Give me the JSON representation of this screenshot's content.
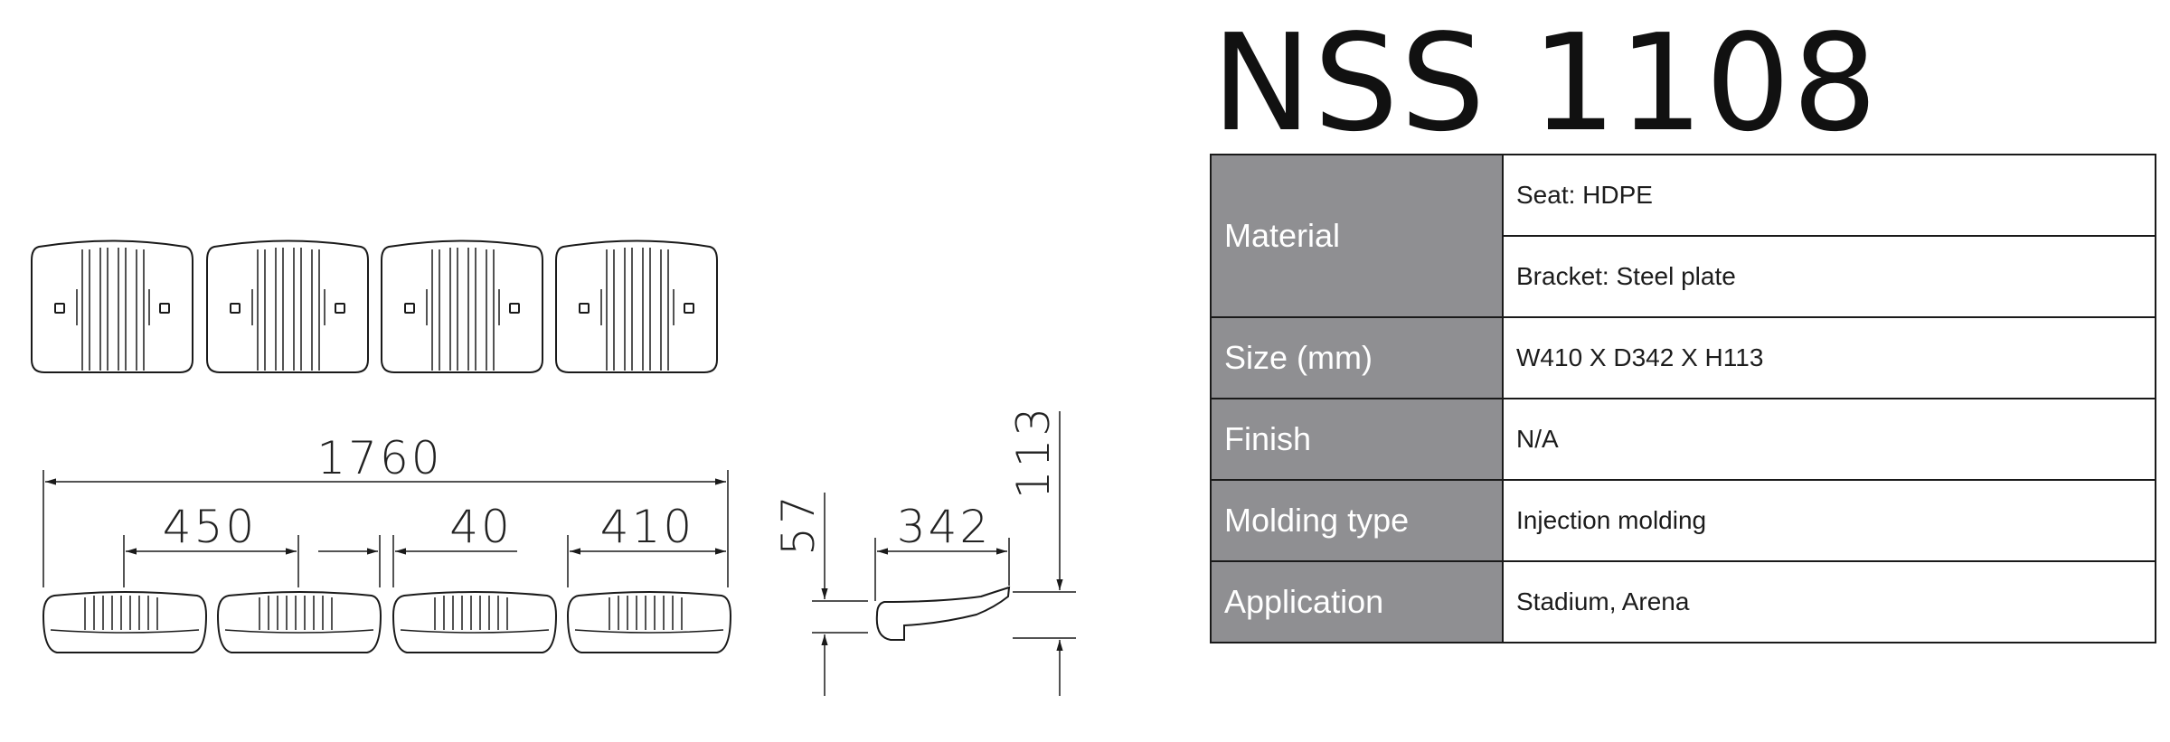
{
  "title": "NSS 1108",
  "specs": {
    "material_label": "Material",
    "material_seat": "Seat: HDPE",
    "material_bracket": "Bracket: Steel plate",
    "size_label": "Size (mm)",
    "size_value": "W410 X D342 X H113",
    "finish_label": "Finish",
    "finish_value": "N/A",
    "molding_label": "Molding type",
    "molding_value": "Injection molding",
    "application_label": "Application",
    "application_value": "Stadium, Arena"
  },
  "dimensions": {
    "total_width": "1760",
    "pitch": "450",
    "gap": "40",
    "seat_width": "410",
    "side_depth": "342",
    "side_height": "113",
    "side_offset": "57"
  },
  "colors": {
    "label_bg": "#8f8f92",
    "line": "#1a1a1a"
  }
}
